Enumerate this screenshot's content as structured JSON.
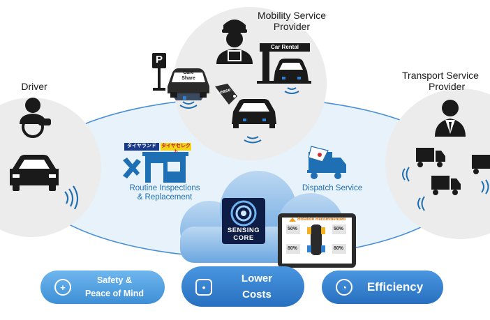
{
  "roles": {
    "driver": "Driver",
    "mobility_line1": "Mobility Service",
    "mobility_line2": "Provider",
    "transport_line1": "Transport Service",
    "transport_line2": "Provider"
  },
  "mobility_signs": {
    "parking": "P",
    "car_share_line1": "Care",
    "car_share_line2": "Share",
    "lease": "Lease",
    "car_rental": "Car Rental"
  },
  "shop_signs": {
    "sign_left": "タイヤランド",
    "sign_right": "タイヤセレクト"
  },
  "services": {
    "routine_line1": "Routine Inspections",
    "routine_line2": "& Replacement",
    "dispatch": "Dispatch Service"
  },
  "core": {
    "line1": "SENSING",
    "line2": "CORE"
  },
  "tablet": {
    "alert": "Rotation Recommended",
    "front_left": "50%",
    "front_right": "50%",
    "rear_left": "80%",
    "rear_right": "80%"
  },
  "benefits": {
    "safety_line1": "Safety &",
    "safety_line2": "Peace of Mind",
    "lower_line1": "Lower",
    "lower_line2": "Costs",
    "efficiency": "Efficiency"
  },
  "colors": {
    "accent_blue": "#1e6fb3",
    "ellipse_fill": "#e6f1fa",
    "pill_blue": "#4a9ee0",
    "pill_dark": "#2b78c4",
    "circle_gray": "#ececec"
  }
}
